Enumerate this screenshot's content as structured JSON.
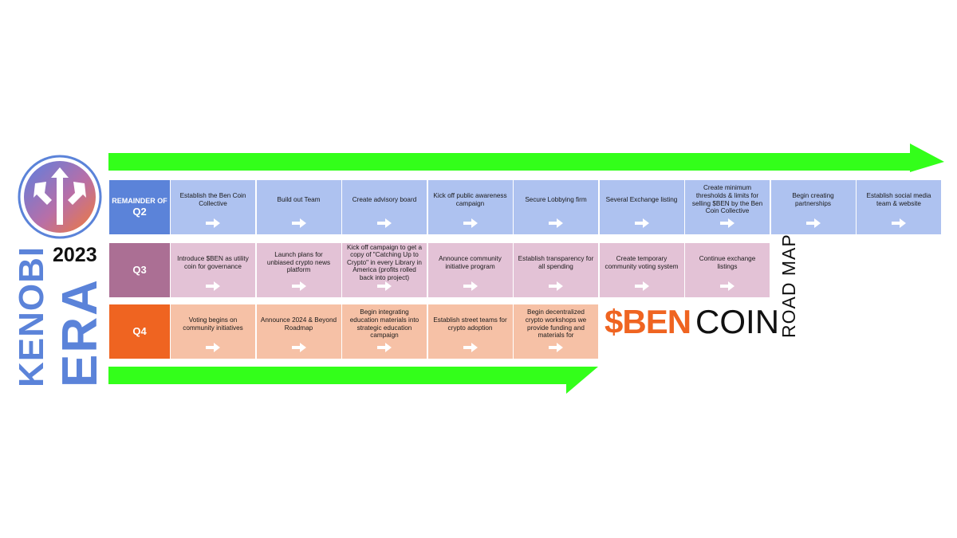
{
  "title": {
    "word1": "KENOBI",
    "word2": "ERA",
    "year": "2023"
  },
  "brand": {
    "ben": "$BEN",
    "coin": "COIN",
    "roadmap": "ROAD MAP"
  },
  "colors": {
    "blue": "#5b83d9",
    "purple": "#ab6f94",
    "orange": "#ef6421",
    "green": "#33ff1a",
    "q2_cell": "#aec2f0",
    "q3_cell": "#e3c2d6",
    "q4_cell": "#f6c1a6"
  },
  "icons": {
    "logo": "split-arrows-icon",
    "cell_arrow": "right-arrow-icon",
    "timeline": "green-arrow"
  },
  "rows": [
    {
      "id": "q2",
      "head_small": "REMAINDER OF",
      "head_big": "Q2",
      "items": [
        "Establish the Ben Coin Collective",
        "Build out Team",
        "Create advisory board",
        "Kick off public awareness campaign",
        "Secure Lobbying firm",
        "Several Exchange listing",
        "Create minimum thresholds & limits for selling $BEN by the Ben Coin Collective",
        "Begin creating partnerships",
        "Establish social media team & website"
      ]
    },
    {
      "id": "q3",
      "head_small": "",
      "head_big": "Q3",
      "items": [
        "Introduce $BEN as utility coin for governance",
        "Launch plans for unbiased crypto news platform",
        "Kick off campaign to get a copy of \"Catching Up to Crypto\" in every Library in America (profits rolled back into project)",
        "Announce community initiative program",
        "Establish transparency for all spending",
        "Create temporary community voting system",
        "Continue exchange listings"
      ]
    },
    {
      "id": "q4",
      "head_small": "",
      "head_big": "Q4",
      "items": [
        "Voting begins on community initiatives",
        "Announce 2024 & Beyond Roadmap",
        "Begin integrating education materials into strategic education campaign",
        "Establish street teams for crypto adoption",
        "Begin decentralized crypto workshops we provide funding and materials for"
      ]
    }
  ]
}
